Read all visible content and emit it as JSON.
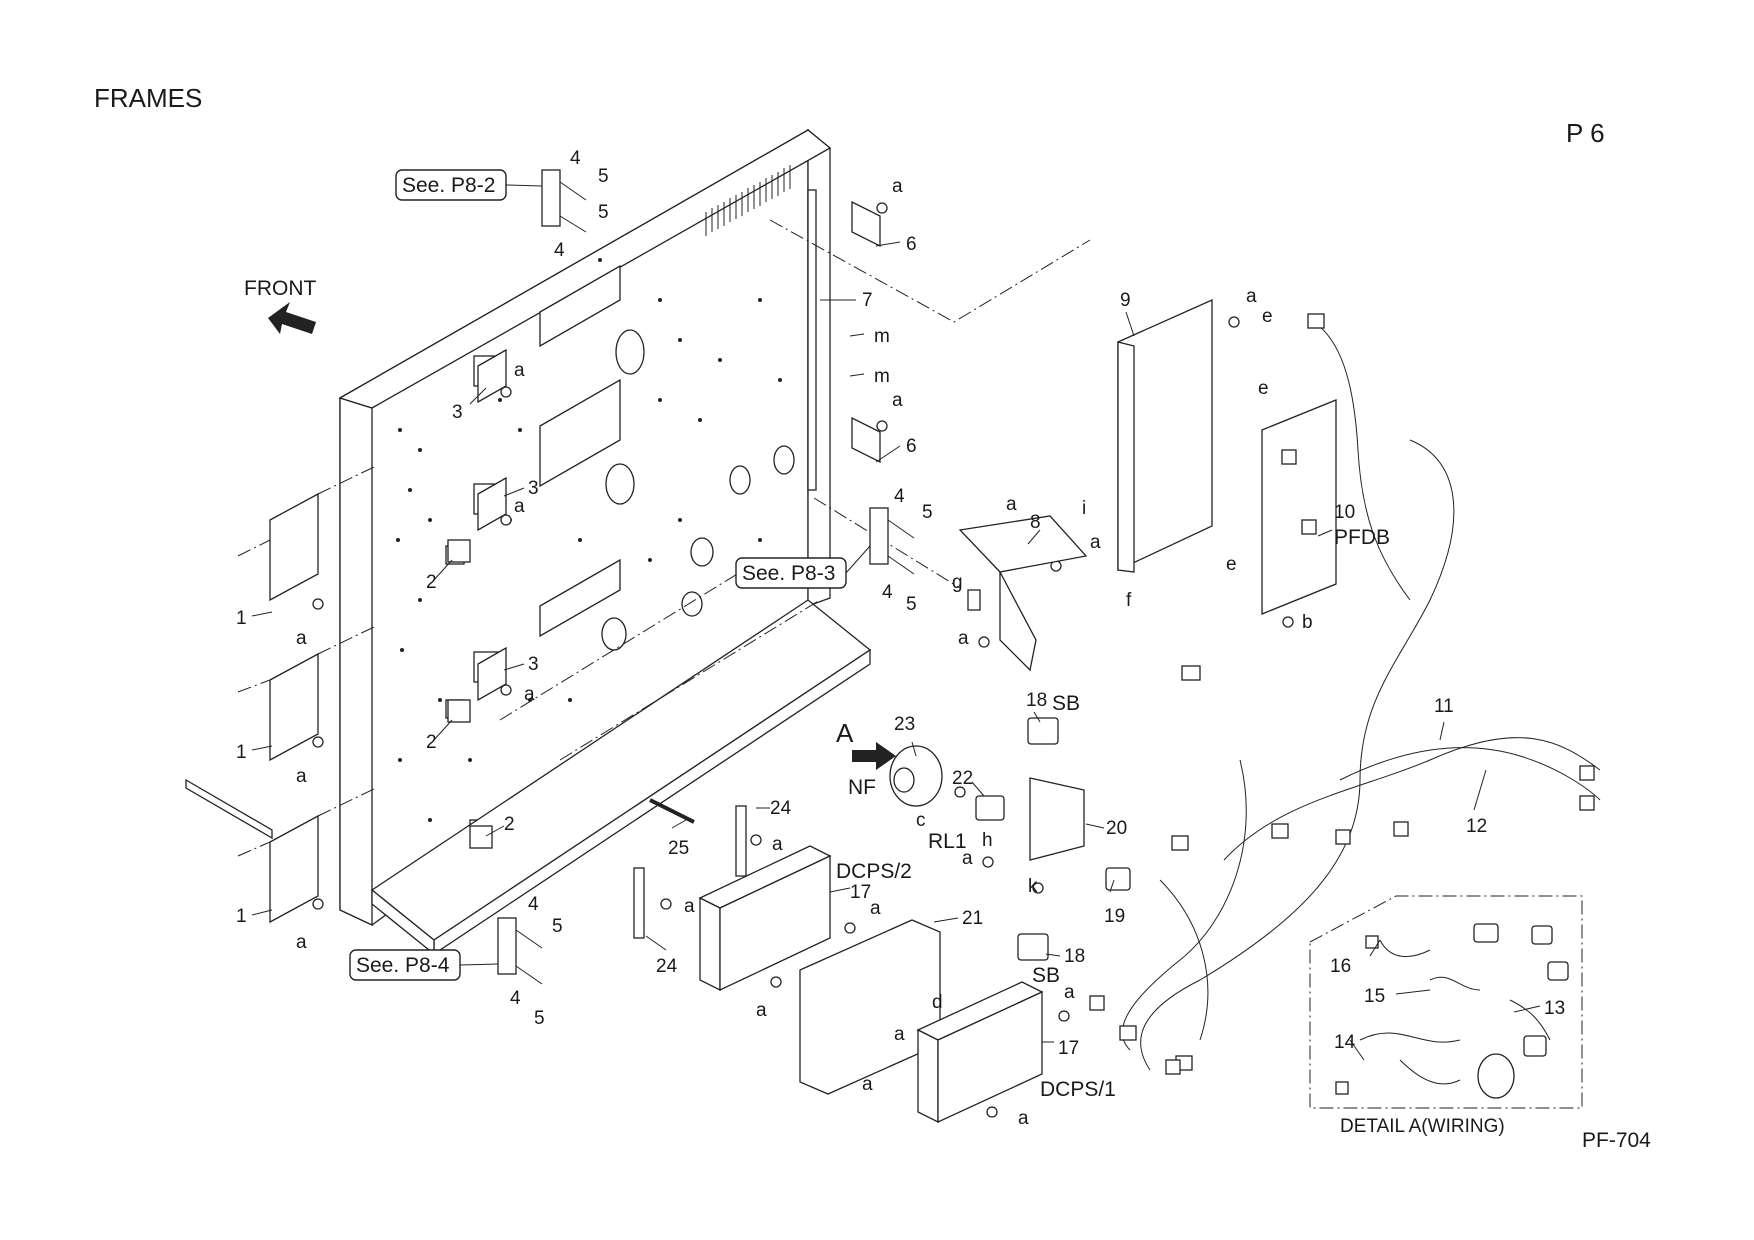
{
  "page": {
    "title": "FRAMES",
    "page_no": "P 6",
    "model": "PF-704",
    "front_label": "FRONT",
    "detail_caption": "DETAIL A(WIRING)",
    "view_marker": "A"
  },
  "references": [
    "See. P8-2",
    "See. P8-3",
    "See. P8-4"
  ],
  "callouts": {
    "c1a": "1",
    "c1b": "1",
    "c1c": "1",
    "c2a": "2",
    "c2b": "2",
    "c2c": "2",
    "c3a": "3",
    "c3b": "3",
    "c3c": "3",
    "c4a": "4",
    "c4b": "4",
    "c4c": "4",
    "c4d": "4",
    "c4e": "4",
    "c4f": "4",
    "c5a": "5",
    "c5b": "5",
    "c5c": "5",
    "c5d": "5",
    "c5e": "5",
    "c5f": "5",
    "c6a": "6",
    "c6b": "6",
    "c7": "7",
    "c8": "8",
    "c9": "9",
    "c10": "10",
    "c11": "11",
    "c12": "12",
    "c13": "13",
    "c14": "14",
    "c15": "15",
    "c16": "16",
    "c17a": "17",
    "c17b": "17",
    "c18a": "18",
    "c18b": "18",
    "c19": "19",
    "c20": "20",
    "c21": "21",
    "c22": "22",
    "c23": "23",
    "c24a": "24",
    "c24b": "24",
    "c25": "25"
  },
  "letters": {
    "a": "a",
    "b": "b",
    "c": "c",
    "d": "d",
    "e": "e",
    "f": "f",
    "g": "g",
    "h": "h",
    "i": "i",
    "k": "k",
    "m": "m"
  },
  "names": {
    "pfdb": "PFDB",
    "sb_top": "SB",
    "sb_bottom": "SB",
    "nf": "NF",
    "rl1": "RL1",
    "dcps2": "DCPS/2",
    "dcps1": "DCPS/1"
  }
}
